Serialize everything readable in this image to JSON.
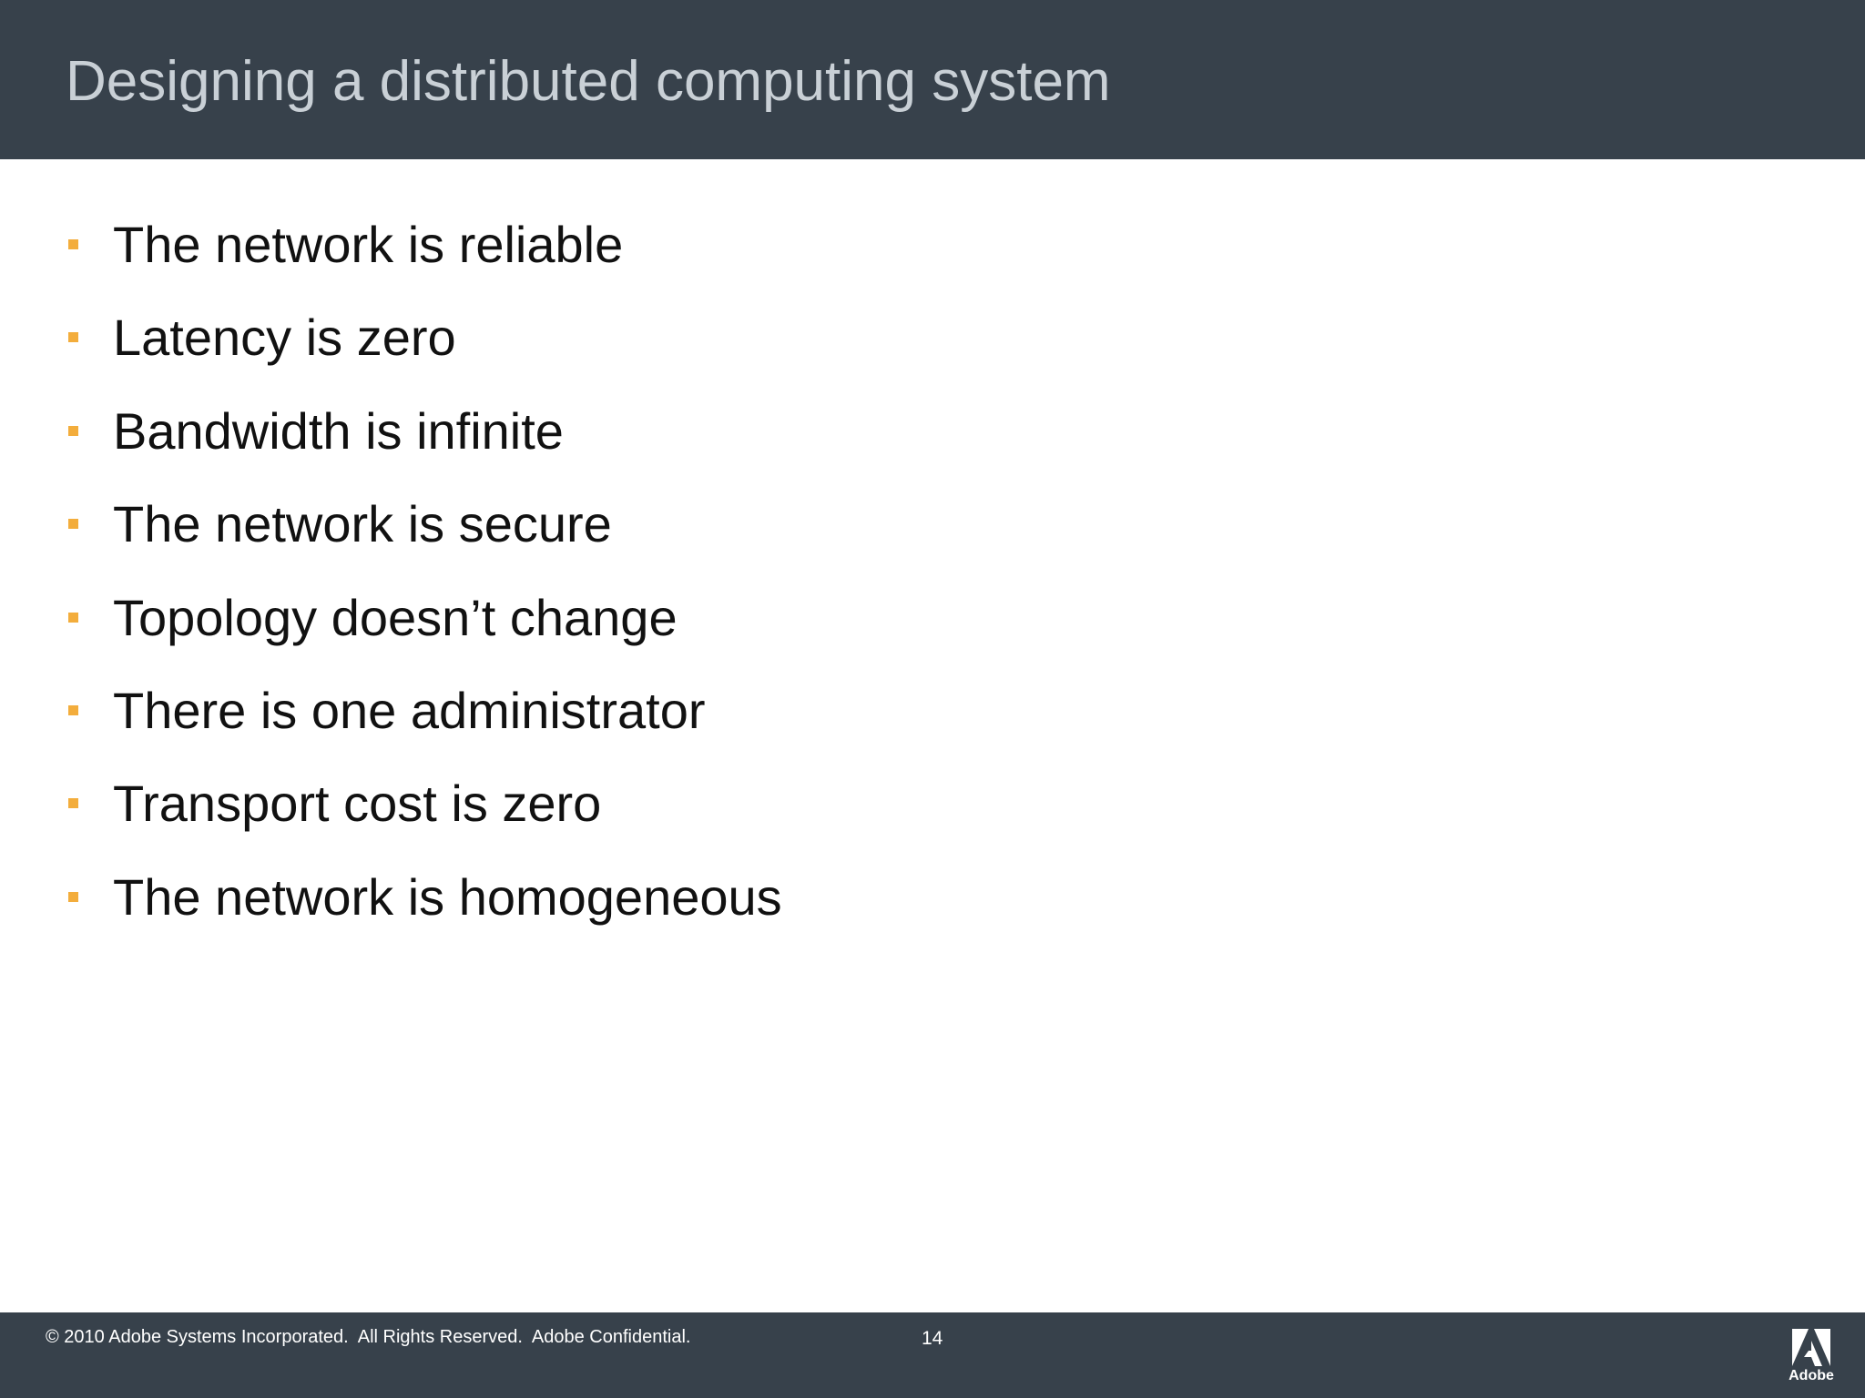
{
  "slide": {
    "title": "Designing a distributed computing system",
    "bullets": [
      "The network is reliable",
      "Latency is zero",
      "Bandwidth is infinite",
      "The network is secure",
      "Topology doesn’t change",
      "There is one administrator",
      "Transport cost is zero",
      "The network is homogeneous"
    ]
  },
  "footer": {
    "copyright": "© 2010 Adobe Systems Incorporated.  All Rights Reserved.  Adobe Confidential.",
    "page_number": "14",
    "logo_text": "Adobe"
  },
  "colors": {
    "header_background": "#37414b",
    "title_text": "#c9d0d6",
    "bullet_marker": "#f3ad3c",
    "body_text": "#111111",
    "footer_background": "#37414b"
  },
  "icons": {
    "bullet": "square-bullet-icon",
    "logo": "adobe-logo-icon"
  }
}
